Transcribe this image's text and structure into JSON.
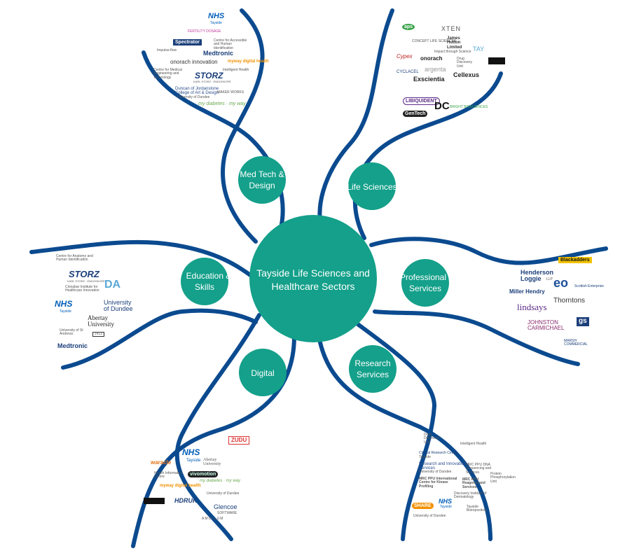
{
  "center": {
    "title_line1": "Tayside Life Sciences and",
    "title_line2": "Healthcare Sectors"
  },
  "sectors": [
    {
      "line1": "Med Tech &",
      "line2": "Design"
    },
    {
      "line1": "Life Sciences",
      "line2": ""
    },
    {
      "line1": "Education &",
      "line2": "Skills"
    },
    {
      "line1": "Professional",
      "line2": "Services"
    },
    {
      "line1": "Digital",
      "line2": ""
    },
    {
      "line1": "Research",
      "line2": "Services"
    }
  ],
  "colors": {
    "strand": "#0b4a8f",
    "node": "#14a08a",
    "text": "#ffffff"
  },
  "logos": {
    "medtech": {
      "nhs": "NHS",
      "tayside": "Tayside",
      "fertility": "FERTILITY DOSAGE",
      "spectrator": "Spectrator",
      "cahid": "Centre for Accessible and Human Identification",
      "impulse": "Impulse-flow",
      "medtronic": "Medtronic",
      "onorach": "onorach innovation",
      "myway": "myway digital health",
      "storz": "STORZ",
      "storz_sub": "KARL STORZ · ENDOSKOPE",
      "cme": "Centre for Medical Engineering and Technology",
      "djcad": "Duncan of Jordanstone College of Art & Design",
      "djcad_sub": "University of Dundee",
      "mydiabetes": "my diabetes · my way",
      "xhealth": "Intelligent Health",
      "maker": "MAKER WORKS"
    },
    "lifesci": {
      "aps": "aps",
      "xten": "XTEN",
      "concept": "CONCEPT LIFE SCIENCES",
      "jhl": "James Hutton Limited",
      "jhl_sub": "Impact through Science",
      "tay": "TAY",
      "cypex": "Cypex",
      "onorach": "onorach",
      "drug": "Drug Discovery Unit",
      "cyclacel": "CYCLACEL",
      "argenta": "argenta",
      "cellexus": "Cellexus",
      "exscientia": "Exscientia",
      "lbq": "LIBIQUIDENT",
      "dc": "DC",
      "dc_sub": "BRIGHT BIOSCIENCES",
      "gentech": "GenTech"
    },
    "education": {
      "cahid": "Centre for Anatomy and Human Identification",
      "storz": "STORZ",
      "storz_sub": "KARL STORZ · ENDOSKOPE",
      "chhi": "Cinnabar Institute for Healthcare Innovation",
      "da": "DA",
      "uod": "University of Dundee",
      "nhs": "NHS",
      "tayside": "Tayside",
      "abertay": "Abertay University",
      "standrews": "University of St Andrews",
      "est": "1413",
      "medtronic": "Medtronic"
    },
    "professional": {
      "blackadders": "Blackadders",
      "henderson": "Henderson Loggie",
      "hl_sub": "LLP",
      "eo": "eo",
      "se": "Scottish Enterprise",
      "mh": "Miller Hendry",
      "lindsays": "lindsays",
      "thorntons": "Thorntons",
      "jc": "JOHNSTON CARMICHAEL",
      "gs": "gs",
      "marsh": "MARSH COMMERCIAL"
    },
    "digital": {
      "zudu": "ZUDU",
      "nhs": "NHS",
      "tayside": "Tayside",
      "waracle": "waracle",
      "abertay": "Abertay University",
      "vivomotion": "vivomotion",
      "myway": "myway digital health",
      "mydiabetes": "my diabetes · my way",
      "hdruk": "HDRUK",
      "uod": "University of Dundee",
      "glencoe": "Glencoe",
      "glencoe_sub": "SOFTWARE",
      "amcllum": "AMCLLUM",
      "health": "Health Informatics Centre"
    },
    "research": {
      "drug": "Drug Discovery Unit",
      "xhealth": "Intelligent Health",
      "crc": "Clinical Research Centre",
      "crc_sub": "Tayside",
      "ris": "Research and Innovation Services",
      "ris_sub": "University of Dundee",
      "dna": "MRC PPU DNA Sequencing and Services",
      "icgp": "MRC PPU International Centre for Kinase Profiling",
      "reagents": "MRC PPU Reagents and Services",
      "dermatology": "Discovery Institute of Dermatology",
      "share": "SHARE",
      "nhs": "NHS",
      "tayside": "Tayside",
      "uod": "University of Dundee",
      "tcb": "Tayside Biorepository",
      "ppu": "Protein Phosphorylation Unit"
    }
  }
}
